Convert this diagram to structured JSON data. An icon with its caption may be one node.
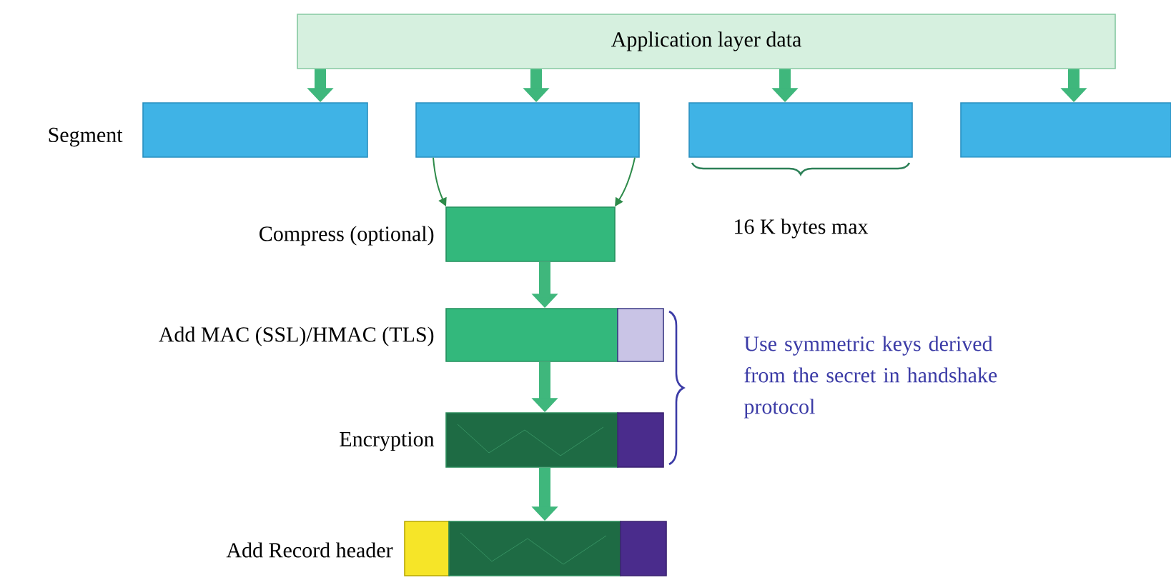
{
  "diagram": {
    "nodes": [
      {
        "text": [
          "Application layer data"
        ]
      },
      {
        "text": [],
        "shape": "box"
      },
      {
        "text": [],
        "shape": "box"
      },
      {
        "text": [],
        "shape": "box"
      },
      {
        "text": [],
        "shape": "box"
      },
      {
        "text": [],
        "shape": "box",
        "beside": [
          "Compress (optional)"
        ]
      },
      {
        "text": [],
        "shape": "box",
        "beside": [
          "Add MAC (SSL)/HMAC (TLS)"
        ]
      },
      {
        "text": [],
        "shape": "box"
      },
      {
        "text": [],
        "shape": "box",
        "beside": [
          "Encryption"
        ]
      },
      {
        "text": [],
        "shape": "box"
      },
      {
        "text": [],
        "shape": "box",
        "beside": [
          "Add Record header"
        ]
      },
      {
        "text": [],
        "shape": "box"
      },
      {
        "text": [],
        "shape": "box"
      }
    ],
    "edges": [
      {
        "from": 0,
        "to": 1,
        "arrow": "to"
      },
      {
        "from": 0,
        "to": 2,
        "arrow": "to"
      },
      {
        "from": 0,
        "to": 3,
        "arrow": "to"
      },
      {
        "from": 0,
        "to": 4,
        "arrow": "to"
      },
      {
        "from": 2,
        "to": 5,
        "arrow": "to",
        "color": "#2e8b4a"
      },
      {
        "from": 2,
        "to": 5,
        "arrow": "to",
        "color": "#2e8b4a"
      },
      {
        "from": 5,
        "to": 6,
        "arrow": "to"
      },
      {
        "from": 6,
        "to": 8,
        "arrow": "to"
      },
      {
        "from": 8,
        "to": 11,
        "arrow": "to"
      }
    ],
    "labels": [
      "Segment",
      "16 K bytes max",
      "Use symmetric keys derived from the secret in handshake protocol"
    ]
  }
}
